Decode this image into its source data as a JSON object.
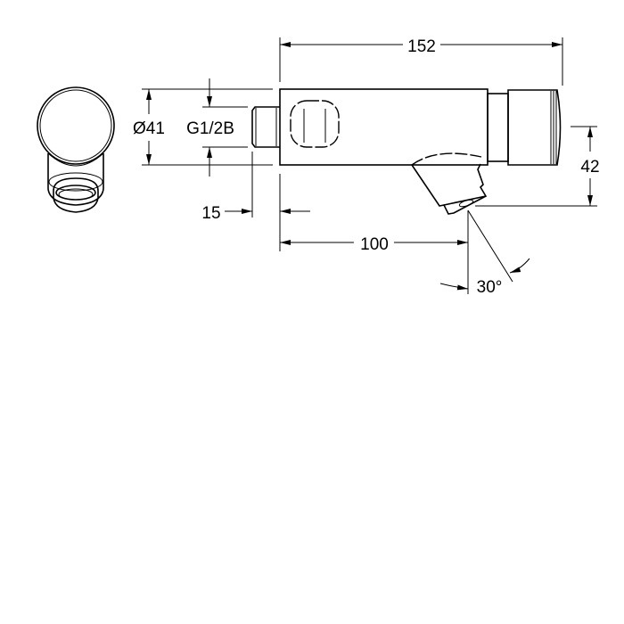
{
  "drawing": {
    "dimensions": {
      "overall_length": "152",
      "diameter": "Ø41",
      "thread": "G1/2B",
      "thread_length": "15",
      "outlet_distance": "100",
      "outlet_height": "42",
      "angle": "30°"
    }
  }
}
